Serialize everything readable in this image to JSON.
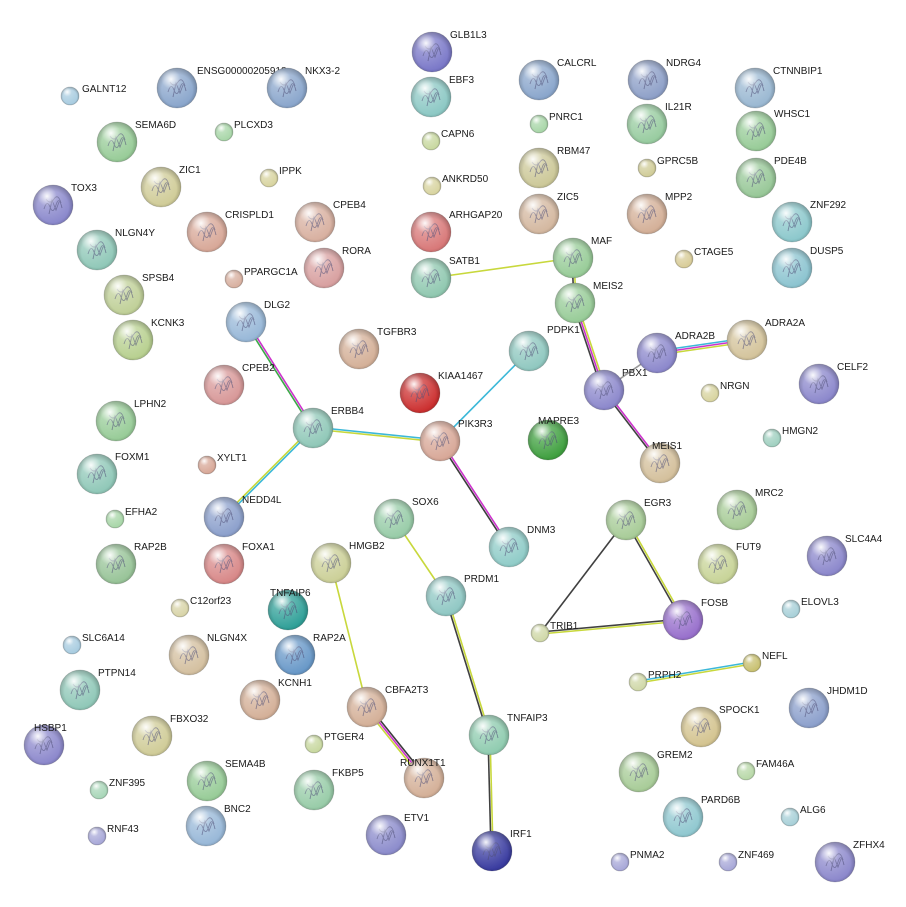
{
  "nodes": [
    {
      "id": "GLB1L3",
      "color": "#7a78c8",
      "big": true
    },
    {
      "id": "CALCRL",
      "color": "#8aa6cc",
      "big": true
    },
    {
      "id": "NDRG4",
      "color": "#8ea0c8",
      "big": true
    },
    {
      "id": "CTNNBIP1",
      "color": "#9ab8d2",
      "big": true
    },
    {
      "id": "GALNT12",
      "color": "#a8cce0",
      "big": false
    },
    {
      "id": "ENSG00000205918",
      "color": "#8aa6cc",
      "big": true
    },
    {
      "id": "NKX3-2",
      "color": "#8aa6cc",
      "big": true
    },
    {
      "id": "EBF3",
      "color": "#8cc8c4",
      "big": true
    },
    {
      "id": "PNRC1",
      "color": "#a8d6a8",
      "big": false
    },
    {
      "id": "IL21R",
      "color": "#98cca0",
      "big": true
    },
    {
      "id": "WHSC1",
      "color": "#98cc98",
      "big": true
    },
    {
      "id": "SEMA6D",
      "color": "#98cc98",
      "big": true
    },
    {
      "id": "PLCXD3",
      "color": "#a8d6a8",
      "big": false
    },
    {
      "id": "CAPN6",
      "color": "#c8d8a0",
      "big": false
    },
    {
      "id": "RBM47",
      "color": "#ccc898",
      "big": true
    },
    {
      "id": "GPRC5B",
      "color": "#d0cc98",
      "big": false
    },
    {
      "id": "PDE4B",
      "color": "#98c898",
      "big": true
    },
    {
      "id": "ZIC1",
      "color": "#d0cc98",
      "big": true
    },
    {
      "id": "IPPK",
      "color": "#d8d4a0",
      "big": false
    },
    {
      "id": "ANKRD50",
      "color": "#d8d4a0",
      "big": false
    },
    {
      "id": "ZIC5",
      "color": "#d4b8a0",
      "big": true
    },
    {
      "id": "MPP2",
      "color": "#d4b098",
      "big": true
    },
    {
      "id": "ZNF292",
      "color": "#8cc8cc",
      "big": true
    },
    {
      "id": "TOX3",
      "color": "#8a88cc",
      "big": true
    },
    {
      "id": "CRISPLD1",
      "color": "#d8a898",
      "big": true
    },
    {
      "id": "CPEB4",
      "color": "#d8b0a0",
      "big": true
    },
    {
      "id": "ARHGAP20",
      "color": "#d87878",
      "big": true
    },
    {
      "id": "DUSP5",
      "color": "#8cc4d0",
      "big": true
    },
    {
      "id": "NLGN4Y",
      "color": "#90c8b8",
      "big": true
    },
    {
      "id": "MAF",
      "color": "#98cc98",
      "big": true
    },
    {
      "id": "CTAGE5",
      "color": "#d8cc98",
      "big": false
    },
    {
      "id": "SATB1",
      "color": "#90c8b0",
      "big": true
    },
    {
      "id": "RORA",
      "color": "#d8a0a0",
      "big": true
    },
    {
      "id": "PPARGC1A",
      "color": "#d8b0a0",
      "big": false
    },
    {
      "id": "SPSB4",
      "color": "#c0d098",
      "big": true
    },
    {
      "id": "MEIS2",
      "color": "#98cc98",
      "big": true
    },
    {
      "id": "DLG2",
      "color": "#98b8d8",
      "big": true
    },
    {
      "id": "KCNK3",
      "color": "#b8d090",
      "big": true
    },
    {
      "id": "ADRA2B",
      "color": "#8c88cc",
      "big": true
    },
    {
      "id": "ADRA2A",
      "color": "#d4c49c",
      "big": true
    },
    {
      "id": "TGFBR3",
      "color": "#d4b098",
      "big": true
    },
    {
      "id": "PDPK1",
      "color": "#90c8c0",
      "big": true
    },
    {
      "id": "PBX1",
      "color": "#8c88cc",
      "big": true
    },
    {
      "id": "CELF2",
      "color": "#8c88cc",
      "big": true
    },
    {
      "id": "CPEB2",
      "color": "#d89898",
      "big": true
    },
    {
      "id": "KIAA1467",
      "color": "#cc3030",
      "big": true
    },
    {
      "id": "NRGN",
      "color": "#d8d4a0",
      "big": false
    },
    {
      "id": "LPHN2",
      "color": "#98cc98",
      "big": true
    },
    {
      "id": "ERBB4",
      "color": "#90c8b8",
      "big": true
    },
    {
      "id": "PIK3R3",
      "color": "#d8a898",
      "big": true
    },
    {
      "id": "MAPRE3",
      "color": "#40a040",
      "big": true
    },
    {
      "id": "HMGN2",
      "color": "#a0d0c0",
      "big": false
    },
    {
      "id": "MEIS1",
      "color": "#d4c09c",
      "big": true
    },
    {
      "id": "FOXM1",
      "color": "#90c8b8",
      "big": true
    },
    {
      "id": "XYLT1",
      "color": "#d8a898",
      "big": false
    },
    {
      "id": "NEDD4L",
      "color": "#8ca0cc",
      "big": true
    },
    {
      "id": "EFHA2",
      "color": "#a8d6a8",
      "big": false
    },
    {
      "id": "SOX6",
      "color": "#98cca8",
      "big": true
    },
    {
      "id": "DNM3",
      "color": "#90ccc8",
      "big": true
    },
    {
      "id": "EGR3",
      "color": "#a8cc98",
      "big": true
    },
    {
      "id": "MRC2",
      "color": "#a8cc98",
      "big": true
    },
    {
      "id": "SLC4A4",
      "color": "#8c88cc",
      "big": true
    },
    {
      "id": "RAP2B",
      "color": "#98c498",
      "big": true
    },
    {
      "id": "FOXA1",
      "color": "#d88888",
      "big": true
    },
    {
      "id": "HMGB2",
      "color": "#ccd098",
      "big": true
    },
    {
      "id": "PRDM1",
      "color": "#90c8c4",
      "big": true
    },
    {
      "id": "FUT9",
      "color": "#c8d498",
      "big": true
    },
    {
      "id": "C12orf23",
      "color": "#d8d4a8",
      "big": false
    },
    {
      "id": "TNFAIP6",
      "color": "#30a098",
      "big": true
    },
    {
      "id": "FOSB",
      "color": "#9870cc",
      "big": true
    },
    {
      "id": "ELOVL3",
      "color": "#a8d0d8",
      "big": false
    },
    {
      "id": "SLC6A14",
      "color": "#a8cce0",
      "big": false
    },
    {
      "id": "NLGN4X",
      "color": "#d4c0a0",
      "big": true
    },
    {
      "id": "RAP2A",
      "color": "#6898c8",
      "big": true
    },
    {
      "id": "TRIB1",
      "color": "#d0d8a8",
      "big": false
    },
    {
      "id": "PTPN14",
      "color": "#90c8b8",
      "big": true
    },
    {
      "id": "KCNH1",
      "color": "#d4b098",
      "big": true
    },
    {
      "id": "PRPH2",
      "color": "#d0d8a8",
      "big": false
    },
    {
      "id": "NEFL",
      "color": "#c8c070",
      "big": false
    },
    {
      "id": "CBFA2T3",
      "color": "#d4b098",
      "big": true
    },
    {
      "id": "JHDM1D",
      "color": "#8ca0cc",
      "big": true
    },
    {
      "id": "HSBP1",
      "color": "#8c88cc",
      "big": true
    },
    {
      "id": "FBXO32",
      "color": "#d0cc98",
      "big": true
    },
    {
      "id": "PTGER4",
      "color": "#c8d8a0",
      "big": false
    },
    {
      "id": "TNFAIP3",
      "color": "#90ccb0",
      "big": true
    },
    {
      "id": "SPOCK1",
      "color": "#d4c490",
      "big": true
    },
    {
      "id": "SEMA4B",
      "color": "#98cc98",
      "big": true
    },
    {
      "id": "GREM2",
      "color": "#a8cc98",
      "big": true
    },
    {
      "id": "ZNF395",
      "color": "#a8d6b8",
      "big": false
    },
    {
      "id": "FKBP5",
      "color": "#98cca8",
      "big": true
    },
    {
      "id": "RUNX1T1",
      "color": "#d4b098",
      "big": true
    },
    {
      "id": "FAM46A",
      "color": "#b8d8a8",
      "big": false
    },
    {
      "id": "PARD6B",
      "color": "#90c8d0",
      "big": true
    },
    {
      "id": "ALG6",
      "color": "#a8d0d8",
      "big": false
    },
    {
      "id": "BNC2",
      "color": "#98b8d8",
      "big": true
    },
    {
      "id": "RNF43",
      "color": "#a8a8d8",
      "big": false
    },
    {
      "id": "ETV1",
      "color": "#8c8ccc",
      "big": true
    },
    {
      "id": "IRF1",
      "color": "#3a3ca0",
      "big": true
    },
    {
      "id": "PNMA2",
      "color": "#a8a8d8",
      "big": false
    },
    {
      "id": "ZNF469",
      "color": "#a8a8d8",
      "big": false
    },
    {
      "id": "ZFHX4",
      "color": "#8c88cc",
      "big": true
    }
  ],
  "edges": [
    {
      "a": "SATB1",
      "b": "MAF",
      "colors": [
        "#c8d83c"
      ]
    },
    {
      "a": "MAF",
      "b": "MEIS2",
      "colors": [
        "#c8d83c",
        "#404040"
      ]
    },
    {
      "a": "MEIS2",
      "b": "PBX1",
      "colors": [
        "#c8d83c",
        "#cc33cc",
        "#404040"
      ]
    },
    {
      "a": "PBX1",
      "b": "ADRA2B",
      "colors": []
    },
    {
      "a": "ADRA2B",
      "b": "ADRA2A",
      "colors": [
        "#3cb8d8",
        "#cc33cc",
        "#c8d83c"
      ]
    },
    {
      "a": "PBX1",
      "b": "MEIS1",
      "colors": [
        "#cc33cc",
        "#404040"
      ]
    },
    {
      "a": "PDPK1",
      "b": "PIK3R3",
      "colors": [
        "#3cb8d8"
      ]
    },
    {
      "a": "DLG2",
      "b": "ERBB4",
      "colors": [
        "#cc33cc",
        "#3ca848"
      ]
    },
    {
      "a": "ERBB4",
      "b": "PIK3R3",
      "colors": [
        "#3cb8d8",
        "#c8d83c"
      ]
    },
    {
      "a": "ERBB4",
      "b": "NEDD4L",
      "colors": [
        "#3cb8d8",
        "#c8d83c"
      ]
    },
    {
      "a": "PIK3R3",
      "b": "DNM3",
      "colors": [
        "#cc33cc",
        "#3c3c3c"
      ]
    },
    {
      "a": "SOX6",
      "b": "PRDM1",
      "colors": [
        "#c8d83c"
      ]
    },
    {
      "a": "PRDM1",
      "b": "TNFAIP3",
      "colors": [
        "#c8d83c",
        "#404040"
      ]
    },
    {
      "a": "TNFAIP3",
      "b": "IRF1",
      "colors": [
        "#c8d83c",
        "#404040"
      ]
    },
    {
      "a": "HMGB2",
      "b": "CBFA2T3",
      "colors": [
        "#c8d83c"
      ]
    },
    {
      "a": "CBFA2T3",
      "b": "RUNX1T1",
      "colors": [
        "#3c3c3c",
        "#cc33cc",
        "#c8d83c"
      ]
    },
    {
      "a": "EGR3",
      "b": "FOSB",
      "colors": [
        "#c8d83c",
        "#404040"
      ]
    },
    {
      "a": "EGR3",
      "b": "TRIB1",
      "colors": [
        "#404040"
      ]
    },
    {
      "a": "TRIB1",
      "b": "FOSB",
      "colors": [
        "#404040",
        "#c8d83c"
      ]
    },
    {
      "a": "PRPH2",
      "b": "NEFL",
      "colors": [
        "#3cb8d8",
        "#c8d83c"
      ]
    }
  ]
}
